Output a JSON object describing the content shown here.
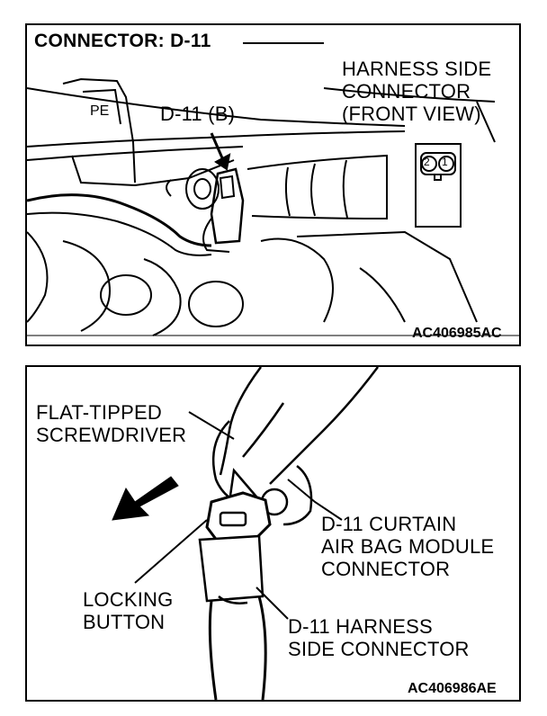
{
  "top_panel": {
    "title": "CONNECTOR: D-11",
    "harness_label": "HARNESS SIDE\nCONNECTOR\n(FRONT VIEW)",
    "connector_callout": "D-11 (B)",
    "pin_2": "2",
    "pin_1": "1",
    "figure_code": "AC406985AC"
  },
  "bottom_panel": {
    "screwdriver_label": "FLAT-TIPPED\nSCREWDRIVER",
    "module_label": "D-11 CURTAIN\nAIR BAG MODULE\nCONNECTOR",
    "locking_label": "LOCKING\nBUTTON",
    "harness_label": "D-11 HARNESS\nSIDE CONNECTOR",
    "figure_code": "AC406986AE"
  }
}
